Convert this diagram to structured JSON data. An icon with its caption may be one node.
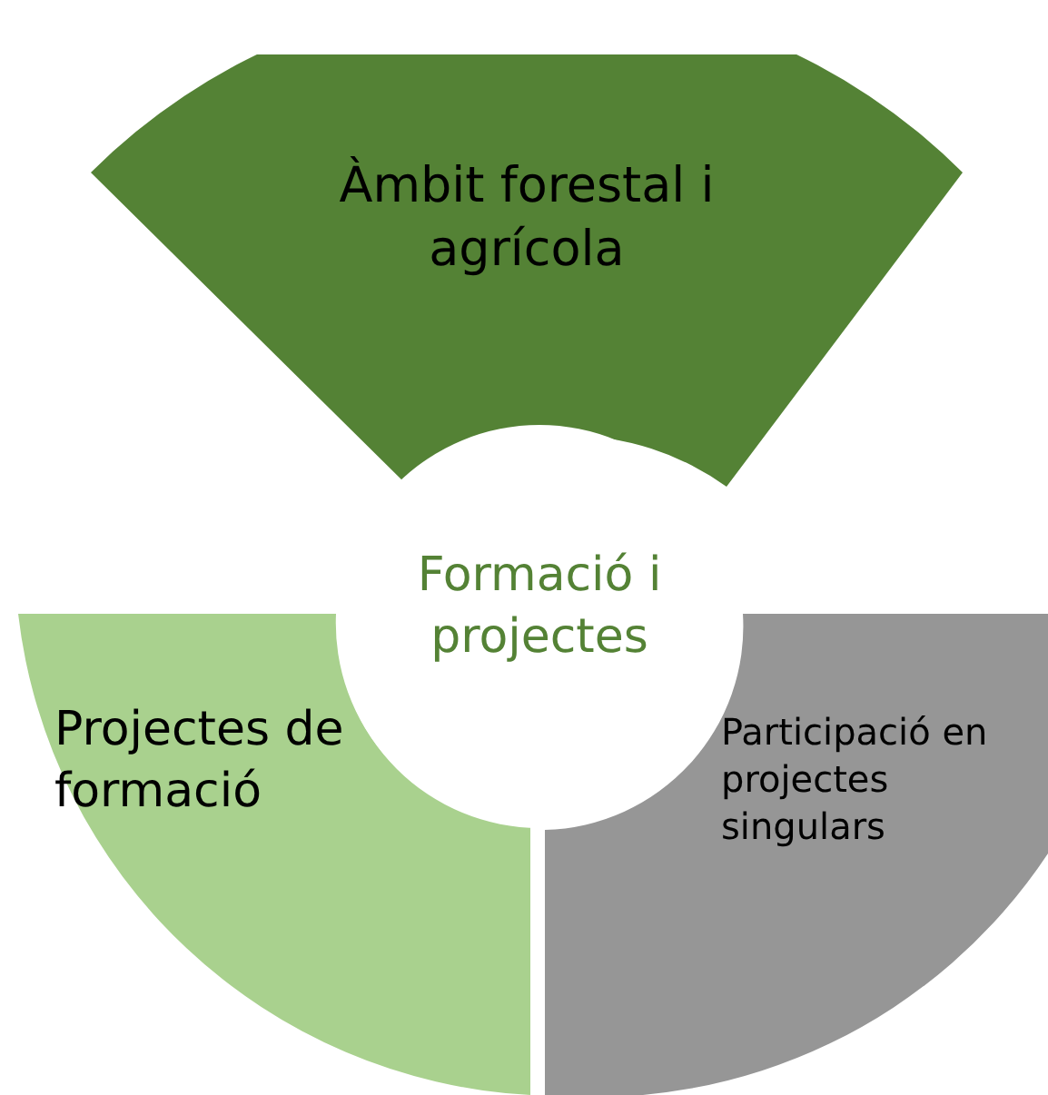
{
  "diagram": {
    "nodes": [
      {
        "text": [
          "Àmbit forestal i agrícola"
        ]
      },
      {
        "text": [
          "Formació i projectes"
        ]
      },
      {
        "text": [
          "Projectes de formació"
        ]
      },
      {
        "text": [
          "Participació en projectes singulars"
        ]
      }
    ]
  }
}
